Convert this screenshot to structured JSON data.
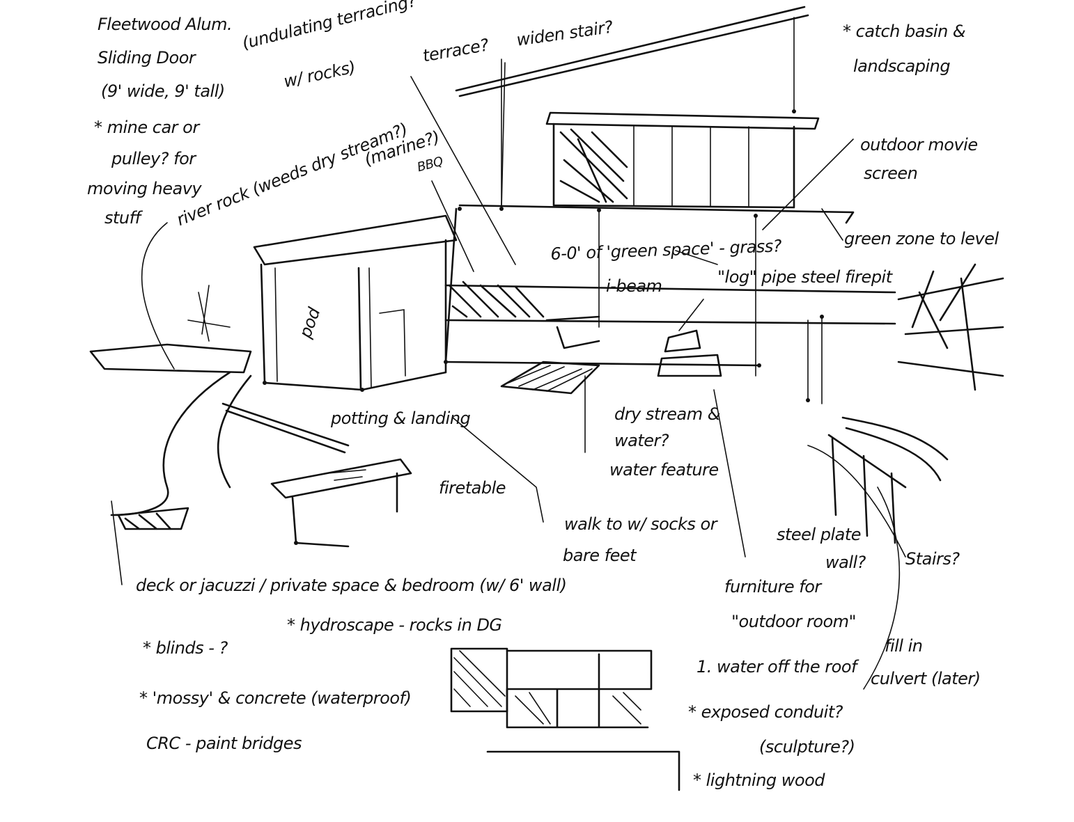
{
  "ink_color": "#111111",
  "paper_color": "#ffffff",
  "notes": {
    "fleetwood": "Fleetwood Alum.",
    "sliding_door": "Sliding Door",
    "door_size": "(9' wide, 9' tall)",
    "mine_car": "* mine car or",
    "pulley": "pulley? for",
    "moving_heavy": "moving heavy",
    "stuff": "stuff",
    "undulating": "(undulating terracing?",
    "with_rocks": "w/ rocks)",
    "terrace": "terrace?",
    "widen_stair": "widen stair?",
    "catch_basin": "* catch basin &",
    "landscaping": "landscaping",
    "river_rock": "river rock (weeds dry stream?)",
    "marine": "(marine?)",
    "bbq": "BBQ",
    "outdoor_movie": "outdoor movie",
    "screen": "screen",
    "green_zone": "green zone to level",
    "green_space": "6-0' of 'green space' - grass?",
    "i_beam": "i-beam",
    "log_firepit": "\"log\" pipe steel firepit",
    "pod": "pod",
    "potting_landing": "potting & landing",
    "firetable": "firetable",
    "dry_stream": "dry stream &",
    "water": "water?",
    "water_feature": "water feature",
    "walk_to": "walk to w/ socks or",
    "bare_feet": "bare feet",
    "steel_plate": "steel plate",
    "wall": "wall?",
    "stairs": "Stairs?",
    "deck": "deck or jacuzzi / private space & bedroom (w/ 6' wall)",
    "hydroscape": "* hydroscape - rocks in DG",
    "furniture": "furniture for",
    "outdoor_room": "\"outdoor room\"",
    "fill_in": "fill in",
    "culvert": "culvert (later)",
    "blinds": "* blinds - ?",
    "mossy": "* 'mossy' & concrete (waterproof)",
    "crc": "CRC - paint bridges",
    "water_off": "1. water off the roof",
    "exposed": "* exposed conduit?",
    "sculpture": "(sculpture?)",
    "lightning": "* lightning wood"
  }
}
